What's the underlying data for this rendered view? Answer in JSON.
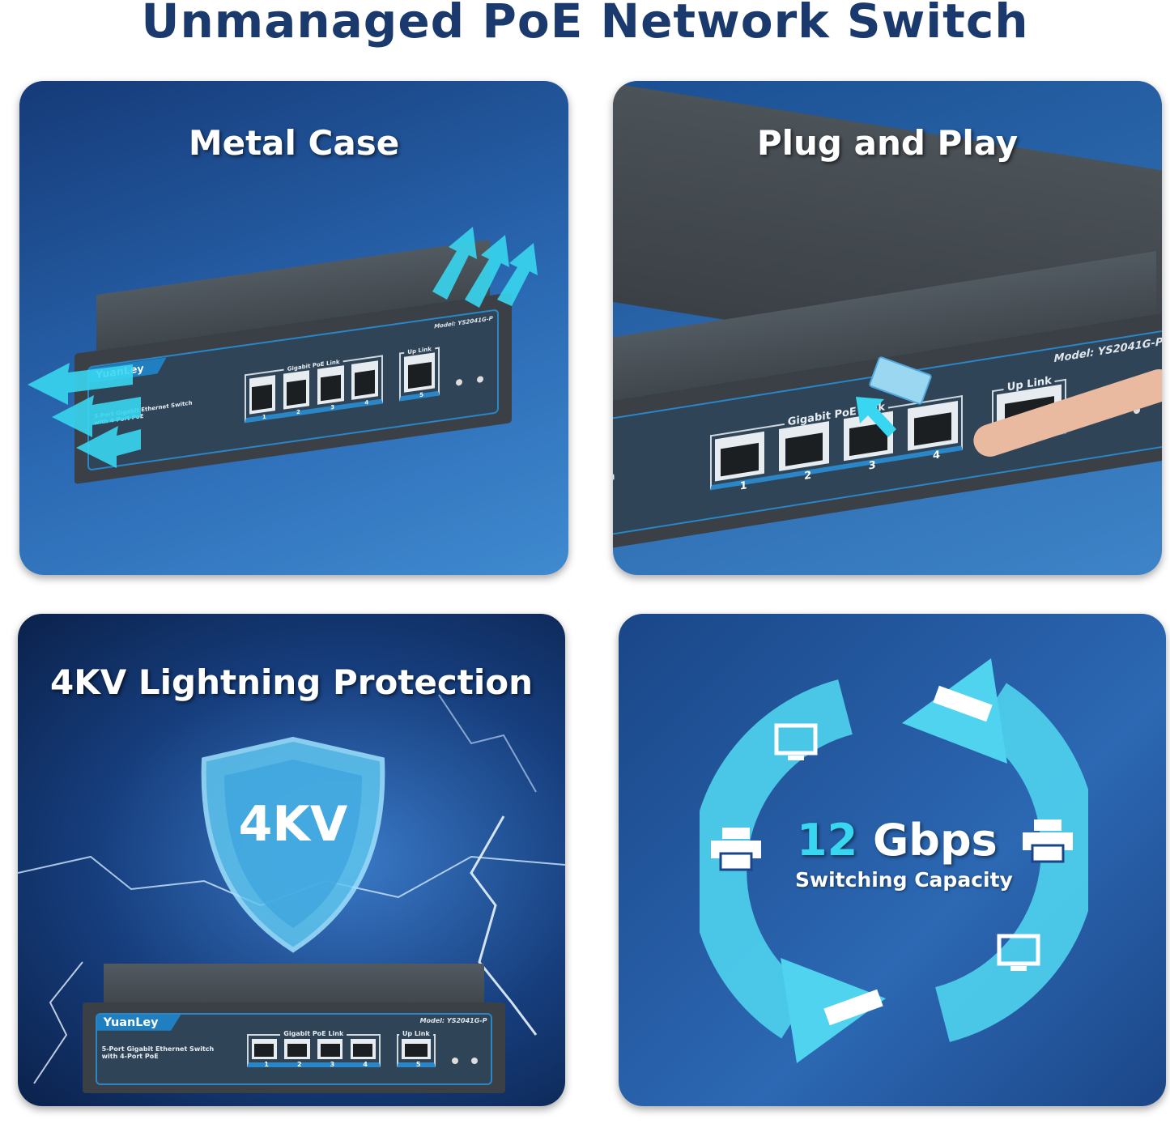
{
  "title": "Unmanaged PoE Network Switch",
  "panels": {
    "metal": {
      "title": "Metal Case"
    },
    "plug": {
      "title": "Plug and Play"
    },
    "lightning": {
      "title": "4KV Lightning Protection",
      "badge": "4KV"
    },
    "capacity": {
      "value": "12",
      "unit": "Gbps",
      "label": "Switching Capacity"
    }
  },
  "switch": {
    "brand": "YuanLey",
    "desc_line1": "5-Port Gigabit  Ethernet Switch",
    "desc_line2": "with 4-Port PoE",
    "poe_group": "Gigabit PoE Link",
    "uplink_group": "Up Link",
    "model": "Model: YS2041G-P",
    "ports": [
      "1",
      "2",
      "3",
      "4",
      "5"
    ]
  },
  "colors": {
    "title": "#1a3a6e",
    "accent": "#38d6f0",
    "panel": "#2a68b2"
  }
}
